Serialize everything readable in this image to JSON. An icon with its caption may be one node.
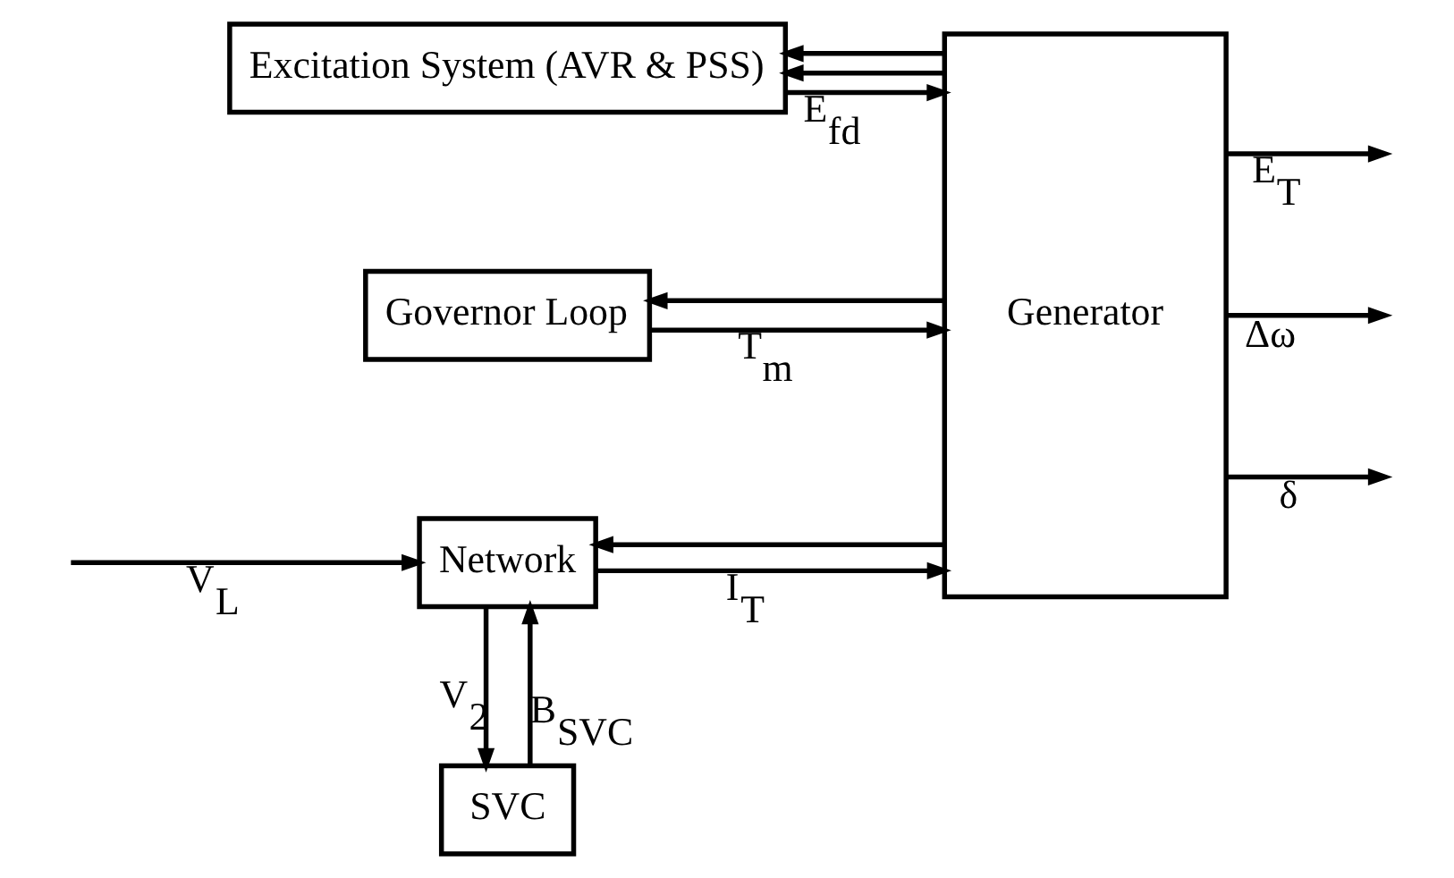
{
  "diagram": {
    "nodes": [
      {
        "text": [
          "Excitation System (AVR & PSS)"
        ]
      },
      {
        "text": [
          "Governor Loop"
        ]
      },
      {
        "text": [
          "Network"
        ]
      },
      {
        "text": [
          "SVC"
        ]
      },
      {
        "text": [
          "Generator"
        ]
      }
    ],
    "edges": [
      {
        "from": 0,
        "to": 4,
        "arrow": "to",
        "label": "E$_{fd}$"
      },
      {
        "from": 1,
        "to": 4,
        "arrow": "to",
        "label": "T$_{m}$"
      },
      {
        "from": 2,
        "to": 4,
        "arrow": "to",
        "label": "I$_{T}$"
      },
      {
        "from": null,
        "to": 2,
        "arrow": "to",
        "label": "V$_{L}$"
      },
      {
        "from": 2,
        "to": 3,
        "arrow": "to",
        "label": "V$_{2}$"
      },
      {
        "from": 3,
        "to": 2,
        "arrow": "to",
        "label": "B$_{SVC}$"
      },
      {
        "from": 4,
        "to": null,
        "arrow": "to",
        "label": "E$_{T}$"
      },
      {
        "from": 4,
        "to": null,
        "arrow": "to",
        "label": "Δω"
      },
      {
        "from": 4,
        "to": null,
        "arrow": "to",
        "label": "δ"
      },
      {
        "from": 4,
        "to": 0,
        "arrow": "to"
      },
      {
        "from": 4,
        "to": 2,
        "arrow": "to"
      },
      {
        "from": 4,
        "to": 0,
        "arrow": "to"
      },
      {
        "from": 4,
        "to": 1,
        "arrow": "to"
      }
    ]
  }
}
